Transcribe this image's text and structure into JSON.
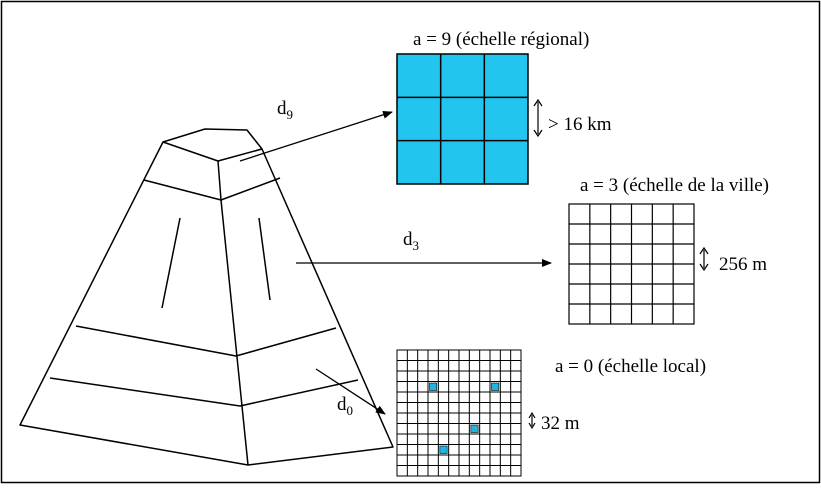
{
  "levels": [
    {
      "key": "a9",
      "distance_label": "d",
      "distance_sub": "9",
      "title": "a = 9  (échelle régional)",
      "cell_size": "> 16 km",
      "grid_divisions": 3,
      "fill": "#22c5ee"
    },
    {
      "key": "a3",
      "distance_label": "d",
      "distance_sub": "3",
      "title": "a = 3 (échelle de la ville)",
      "cell_size": "256 m",
      "grid_divisions": 6,
      "fill": "#ffffff"
    },
    {
      "key": "a0",
      "distance_label": "d",
      "distance_sub": "0",
      "title": "a = 0 (échelle local)",
      "cell_size": "32 m",
      "grid_divisions": 12,
      "fill": "#ffffff",
      "highlight_color": "#22b4e0"
    }
  ]
}
